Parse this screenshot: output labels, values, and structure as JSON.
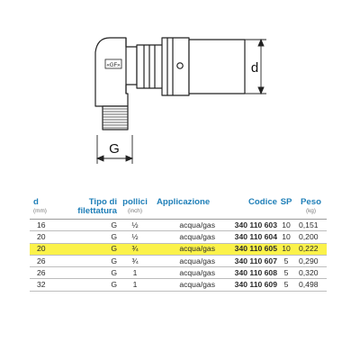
{
  "drawing": {
    "dim_d": "d",
    "dim_g": "G",
    "logo_text": "«GF»"
  },
  "table": {
    "headers": {
      "d": {
        "label": "d",
        "unit": "(mm)"
      },
      "tipo": {
        "label_line1": "Tipo di",
        "label_line2": "filettatura"
      },
      "pollici": {
        "label": "pollici",
        "unit": "(inch)"
      },
      "applicazione": {
        "label": "Applicazione"
      },
      "codice": {
        "label": "Codice"
      },
      "sp": {
        "label": "SP"
      },
      "peso": {
        "label": "Peso",
        "unit": "(kg)"
      }
    },
    "rows": [
      {
        "d": "16",
        "tipo": "G",
        "pollici": "½",
        "app": "acqua/gas",
        "codice": "340 110 603",
        "sp": "10",
        "peso": "0,151"
      },
      {
        "d": "20",
        "tipo": "G",
        "pollici": "½",
        "app": "acqua/gas",
        "codice": "340 110 604",
        "sp": "10",
        "peso": "0,200"
      },
      {
        "d": "20",
        "tipo": "G",
        "pollici": "¾",
        "app": "acqua/gas",
        "codice": "340 110 605",
        "sp": "10",
        "peso": "0,222"
      },
      {
        "d": "26",
        "tipo": "G",
        "pollici": "¾",
        "app": "acqua/gas",
        "codice": "340 110 607",
        "sp": "5",
        "peso": "0,290"
      },
      {
        "d": "26",
        "tipo": "G",
        "pollici": "1",
        "app": "acqua/gas",
        "codice": "340 110 608",
        "sp": "5",
        "peso": "0,320"
      },
      {
        "d": "32",
        "tipo": "G",
        "pollici": "1",
        "app": "acqua/gas",
        "codice": "340 110 609",
        "sp": "5",
        "peso": "0,498"
      }
    ],
    "highlight_row_index": 2,
    "highlight_color": "#fbf24a",
    "header_color": "#1f7fb8"
  }
}
